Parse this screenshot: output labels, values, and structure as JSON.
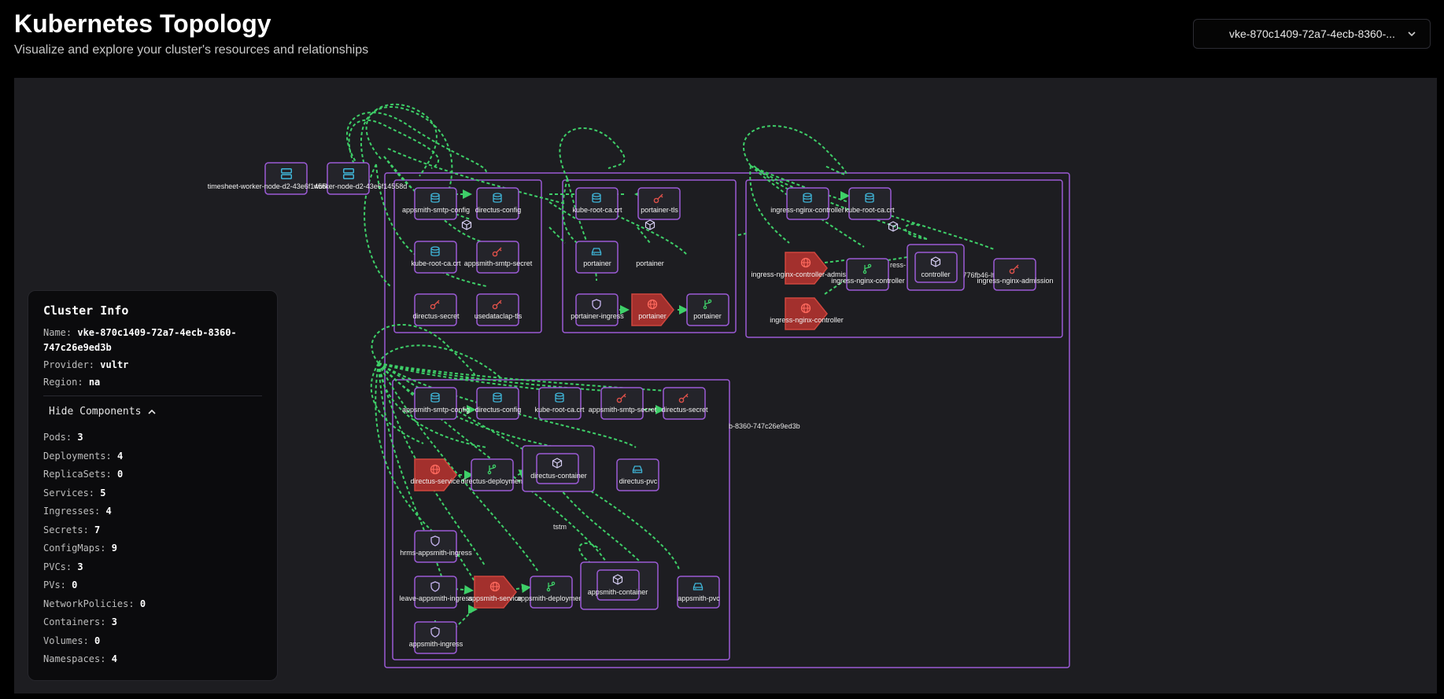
{
  "header": {
    "title": "Kubernetes Topology",
    "subtitle": "Visualize and explore your cluster's resources and relationships"
  },
  "cluster_selector": {
    "value": "vke-870c1409-72a7-4ecb-8360-...",
    "icon": "chevron-down-icon"
  },
  "info": {
    "title": "Cluster Info",
    "name_label": "Name:",
    "name_value": "vke-870c1409-72a7-4ecb-8360-747c26e9ed3b",
    "provider_label": "Provider:",
    "provider_value": "vultr",
    "region_label": "Region:",
    "region_value": "na",
    "toggle_label": "Hide Components",
    "toggle_icon": "chevron-up-icon",
    "components": [
      {
        "label": "Pods:",
        "value": "3"
      },
      {
        "label": "Deployments:",
        "value": "4"
      },
      {
        "label": "ReplicaSets:",
        "value": "0"
      },
      {
        "label": "Services:",
        "value": "5"
      },
      {
        "label": "Ingresses:",
        "value": "4"
      },
      {
        "label": "Secrets:",
        "value": "7"
      },
      {
        "label": "ConfigMaps:",
        "value": "9"
      },
      {
        "label": "PVCs:",
        "value": "3"
      },
      {
        "label": "PVs:",
        "value": "0"
      },
      {
        "label": "NetworkPolicies:",
        "value": "0"
      },
      {
        "label": "Containers:",
        "value": "3"
      },
      {
        "label": "Volumes:",
        "value": "0"
      },
      {
        "label": "Namespaces:",
        "value": "4"
      }
    ]
  },
  "graph": {
    "colors": {
      "edge": "#3ecf68",
      "group": "#9b5bd6",
      "service": "#d0463e",
      "configmap": "#3fb6d9",
      "secret": "#e0514a",
      "pod": "#c6b4ef"
    },
    "namespace_labels": [
      "b-8360-747c26e9ed3b",
      "ress-",
      "-c776fb46-lt",
      "tstm"
    ],
    "nodes": [
      {
        "label": "timesheet-worker-node-d2-43e6f14558d",
        "icon": "server-icon"
      },
      {
        "label": "worker-node-d2-43e6f14558d",
        "icon": "server-icon"
      },
      {
        "label": "appsmith-smtp-config",
        "icon": "database-icon"
      },
      {
        "label": "directus-config",
        "icon": "database-icon"
      },
      {
        "label": "kube-root-ca.crt",
        "icon": "database-icon"
      },
      {
        "label": "appsmith-smtp-secret",
        "icon": "key-icon"
      },
      {
        "label": "directus-secret",
        "icon": "key-icon"
      },
      {
        "label": "usedataclap-tls",
        "icon": "key-icon"
      },
      {
        "label": "kube-root-ca.crt",
        "icon": "database-icon"
      },
      {
        "label": "portainer-tls",
        "icon": "key-icon"
      },
      {
        "label": "portainer",
        "icon": "hard-drive-icon"
      },
      {
        "label": "portainer",
        "icon": "pod-label"
      },
      {
        "label": "portainer-ingress",
        "icon": "shield-icon"
      },
      {
        "label": "portainer",
        "icon": "globe-icon"
      },
      {
        "label": "portainer",
        "icon": "branch-icon"
      },
      {
        "label": "ingress-nginx-controller",
        "icon": "database-icon"
      },
      {
        "label": "kube-root-ca.crt",
        "icon": "database-icon"
      },
      {
        "label": "ingress-nginx-controller-admission",
        "icon": "globe-icon"
      },
      {
        "label": "ingress-nginx-controller",
        "icon": "branch-icon"
      },
      {
        "label": "controller",
        "icon": "cube-icon"
      },
      {
        "label": "ingress-nginx-admission",
        "icon": "key-icon"
      },
      {
        "label": "ingress-nginx-controller",
        "icon": "globe-icon"
      },
      {
        "label": "appsmith-smtp-config",
        "icon": "database-icon"
      },
      {
        "label": "directus-config",
        "icon": "database-icon"
      },
      {
        "label": "kube-root-ca.crt",
        "icon": "database-icon"
      },
      {
        "label": "appsmith-smtp-secret",
        "icon": "key-icon"
      },
      {
        "label": "directus-secret",
        "icon": "key-icon"
      },
      {
        "label": "directus-service",
        "icon": "globe-icon"
      },
      {
        "label": "directus-deployment",
        "icon": "branch-icon"
      },
      {
        "label": "directus-container",
        "icon": "cube-icon"
      },
      {
        "label": "directus-pvc",
        "icon": "hard-drive-icon"
      },
      {
        "label": "hrms-appsmith-ingress",
        "icon": "shield-icon"
      },
      {
        "label": "leave-appsmith-ingress",
        "icon": "shield-icon"
      },
      {
        "label": "appsmith-service",
        "icon": "globe-icon"
      },
      {
        "label": "appsmith-deployment",
        "icon": "branch-icon"
      },
      {
        "label": "appsmith-container",
        "icon": "cube-icon"
      },
      {
        "label": "appsmith-pvc",
        "icon": "hard-drive-icon"
      },
      {
        "label": "appsmith-ingress",
        "icon": "shield-icon"
      }
    ]
  }
}
